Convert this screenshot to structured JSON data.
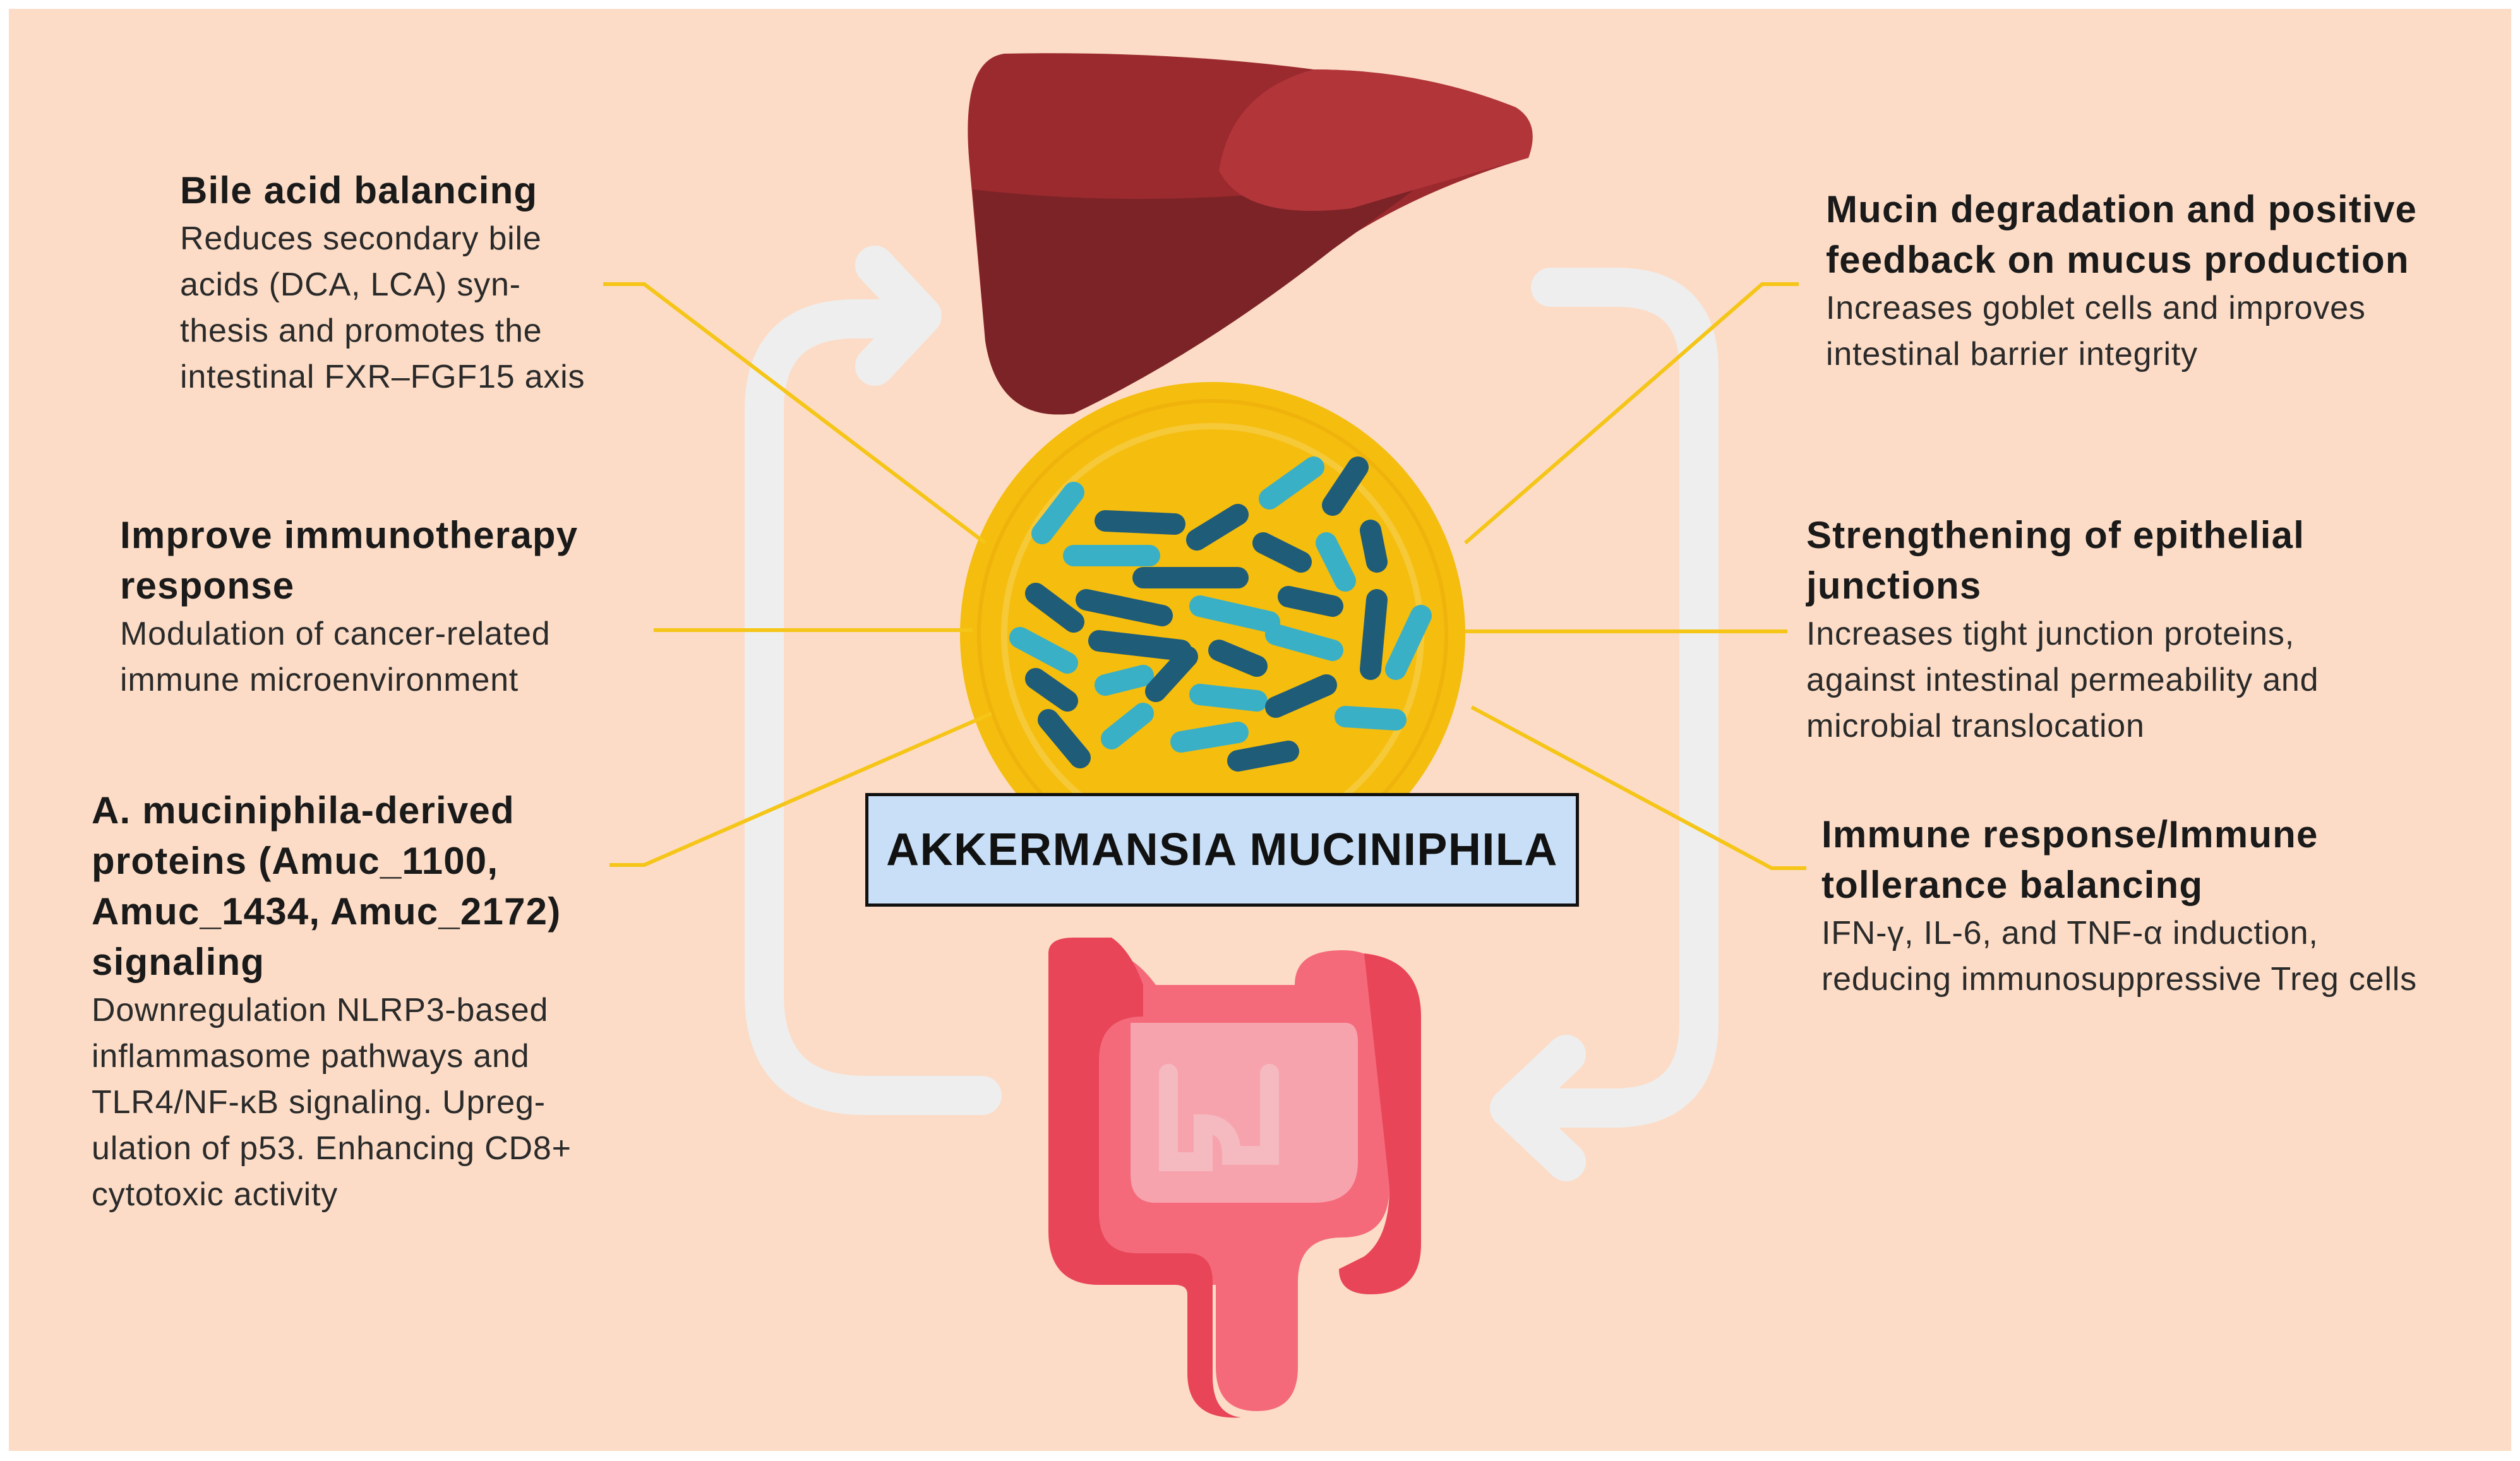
{
  "title": "AKKERMANSIA MUCINIPHILA",
  "colors": {
    "background": "#fcdcc6",
    "connector": "#f5c518",
    "title_box": "#c8dff7",
    "liver": "#9c2a2e",
    "intestine": "#f46a7a",
    "bacteria_dark": "#1f5c78",
    "bacteria_light": "#3ab0c6",
    "cycle_arrows": "#eeeeee"
  },
  "icons": [
    "liver-icon",
    "bacteria-cluster-icon",
    "intestine-icon",
    "cycle-arrow-icon"
  ],
  "left_blocks": [
    {
      "heading": [
        "Bile acid balancing"
      ],
      "body": [
        "Reduces secondary bile",
        "acids (DCA, LCA) syn-",
        "thesis and promotes the",
        "intestinal FXR–FGF15 axis"
      ]
    },
    {
      "heading": [
        "Improve immunotherapy",
        "response"
      ],
      "body": [
        "Modulation of cancer-related",
        "immune microenvironment"
      ]
    },
    {
      "heading": [
        "A. muciniphila-derived",
        "proteins (Amuc_1100,",
        "Amuc_1434, Amuc_2172)",
        "signaling"
      ],
      "body": [
        "Downregulation NLRP3-based",
        "inflammasome pathways and",
        "TLR4/NF-κB signaling. Upreg-",
        "ulation of p53. Enhancing CD8+",
        "cytotoxic activity"
      ]
    }
  ],
  "right_blocks": [
    {
      "heading": [
        "Mucin degradation and positive",
        "feedback on mucus production"
      ],
      "body": [
        "Increases goblet cells and improves",
        "intestinal barrier integrity"
      ]
    },
    {
      "heading": [
        "Strengthening of epithelial",
        "junctions"
      ],
      "body": [
        "Increases tight junction proteins,",
        "against intestinal permeability and",
        "microbial translocation"
      ]
    },
    {
      "heading": [
        "Immune response/Immune",
        "tollerance balancing"
      ],
      "body": [
        "IFN-γ, IL-6, and TNF-α induction,",
        "reducing immunosuppressive Treg cells"
      ]
    }
  ]
}
